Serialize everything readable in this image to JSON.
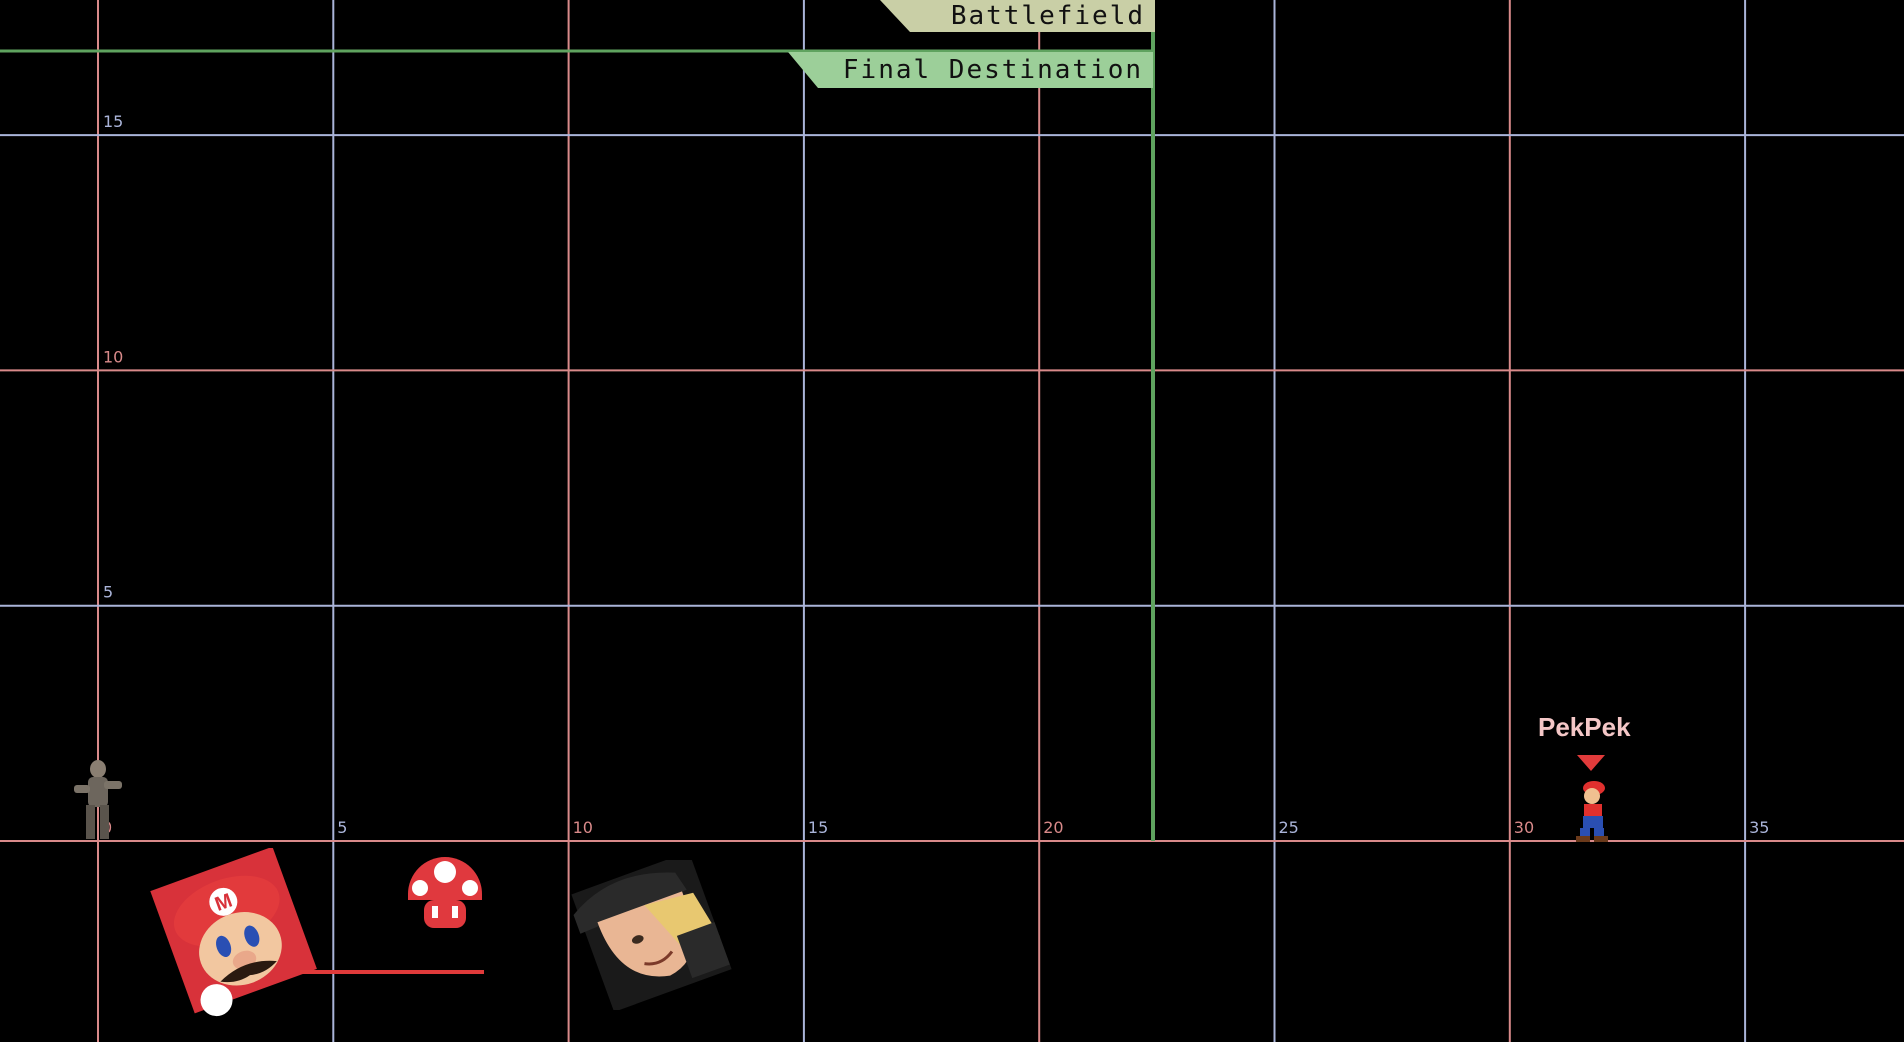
{
  "stages": {
    "battlefield": {
      "label": "Battlefield",
      "color": "#c9cfa6"
    },
    "final_destination": {
      "label": "Final Destination",
      "color": "#9ccf99"
    }
  },
  "axes": {
    "x_ticks": [
      "0",
      "5",
      "10",
      "15",
      "20",
      "25",
      "30",
      "35"
    ],
    "y_ticks": [
      "5",
      "10",
      "15"
    ],
    "pink_line_color": "#d98a8a",
    "blue_line_color": "#aab4d9",
    "green_line_color": "#5fa35f"
  },
  "player": {
    "tag": "PekPek",
    "tag_color": "#f4c7c7",
    "marker_color": "#e23b3b"
  },
  "icons": {
    "mario_portrait": "mario-portrait-icon",
    "mushroom": "mushroom-icon",
    "opponent_portrait": "terry-portrait-icon"
  }
}
